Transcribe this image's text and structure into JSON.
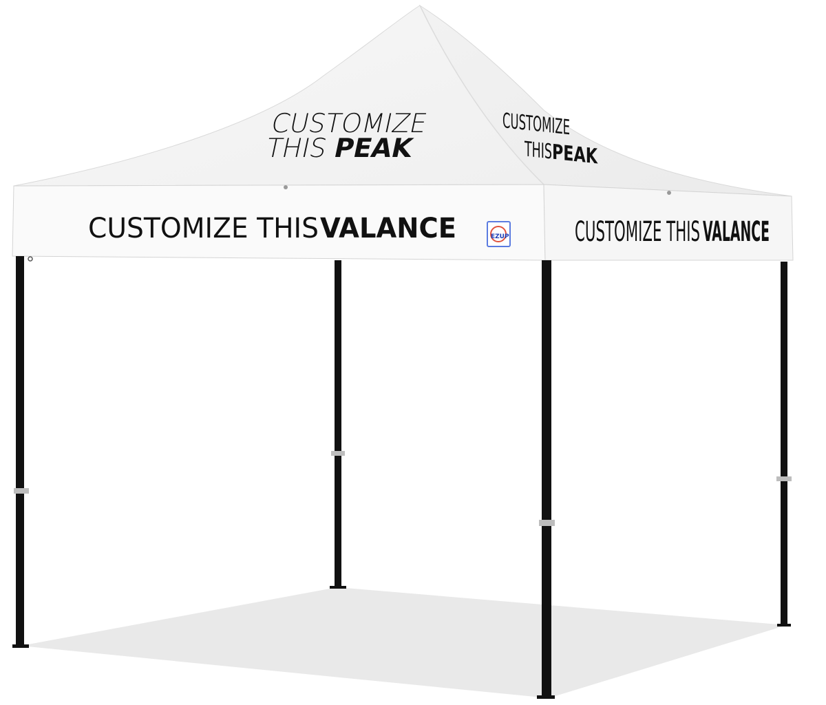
{
  "product": {
    "type": "pop-up canopy tent",
    "canopy_color": "#ffffff",
    "frame_color": "#111111",
    "floor_shadow_color": "#e9e9e9"
  },
  "peak_front": {
    "line1": "CUSTOMIZE",
    "line2_regular": "THIS ",
    "line2_bold": "PEAK"
  },
  "peak_side": {
    "line1": "CUSTOMIZE",
    "line2_regular": "THIS",
    "line2_bold": "PEAK"
  },
  "valance_front": {
    "regular": "CUSTOMIZE THIS ",
    "bold": "VALANCE"
  },
  "valance_side": {
    "regular": "CUSTOMIZE THIS ",
    "bold": "VALANCE"
  },
  "logo": {
    "text": "EZUP",
    "border_color": "#5b7be0",
    "ring_color": "#e0533f",
    "text_color": "#1d3fb8"
  }
}
